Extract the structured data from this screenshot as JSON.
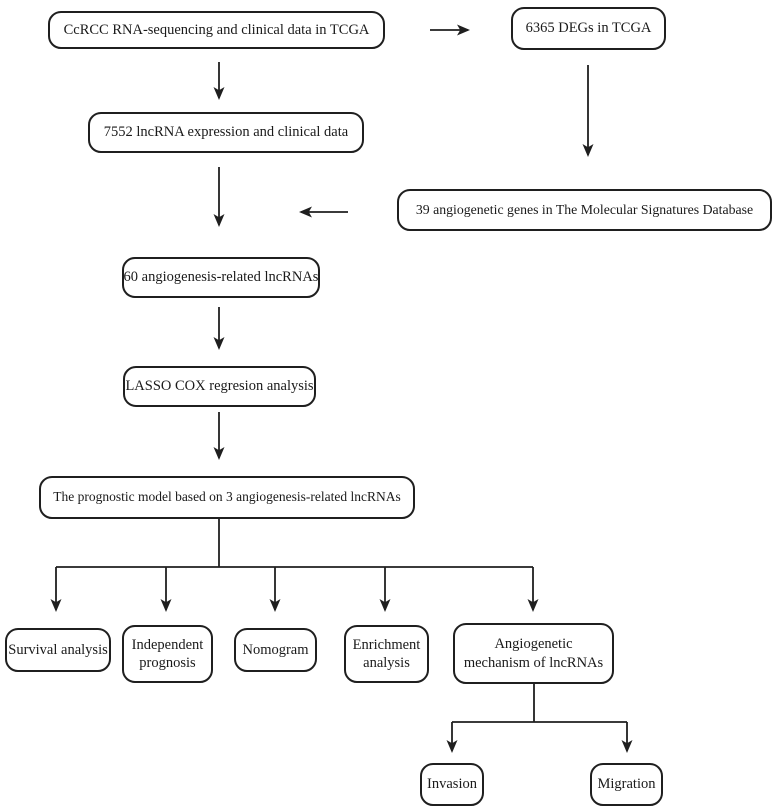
{
  "figure": {
    "type": "flowchart",
    "background_color": "#ffffff",
    "line_color": "#1f1f1f",
    "text_color": "#1a1a1a"
  },
  "nodes": {
    "tcga_data": {
      "label": "CcRCC RNA-sequencing  and clinical data in TCGA"
    },
    "degs": {
      "label": "6365 DEGs in TCGA"
    },
    "lncrna_expression": {
      "label": "7552 lncRNA expression and clinical data"
    },
    "angiogenetic_genes": {
      "label": "39 angiogenetic genes in The Molecular Signatures Database"
    },
    "angiogenesis_lncrnas": {
      "label": "60 angiogenesis-related lncRNAs"
    },
    "lasso_cox": {
      "label": "LASSO COX regresion analysis"
    },
    "prognostic_model": {
      "label": "The prognostic model based on 3 angiogenesis-related lncRNAs"
    },
    "survival_analysis": {
      "label": "Survival analysis"
    },
    "independent_prognosis": {
      "label": "Independent prognosis"
    },
    "nomogram": {
      "label": "Nomogram"
    },
    "enrichment_analysis": {
      "label": "Enrichment analysis"
    },
    "angiogenetic_mechanism": {
      "label": "Angiogenetic mechanism of lncRNAs"
    },
    "invasion": {
      "label": "Invasion"
    },
    "migration": {
      "label": "Migration"
    }
  }
}
